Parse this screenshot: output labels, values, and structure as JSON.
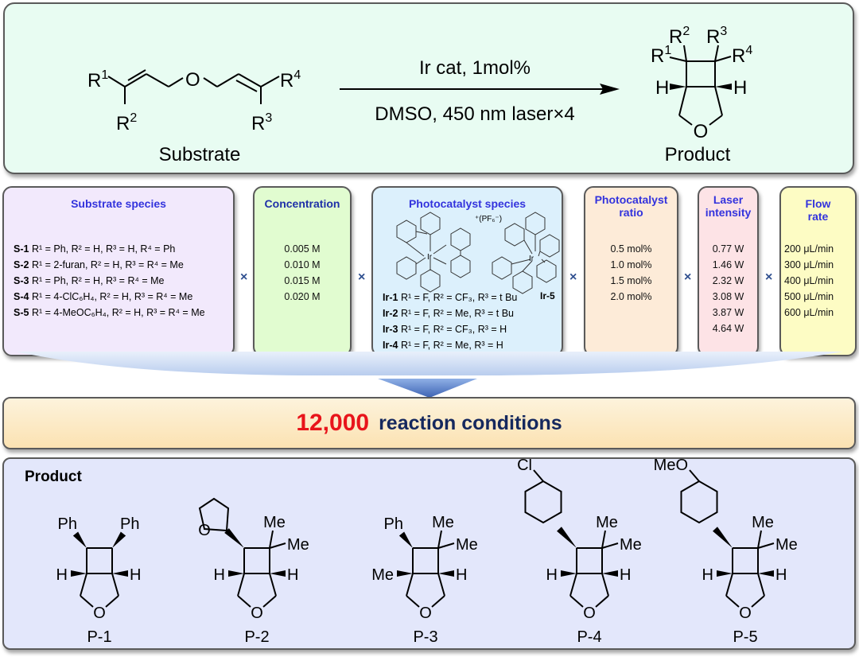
{
  "reaction": {
    "substrate_label": "Substrate",
    "product_label": "Product",
    "reagent_above": "Ir cat, 1mol%",
    "reagent_below": "DMSO, 450 nm laser×4",
    "r_groups": {
      "r1": "R",
      "r1_sup": "1",
      "r2": "R",
      "r2_sup": "2",
      "r3": "R",
      "r3_sup": "3",
      "r4": "R",
      "r4_sup": "4"
    },
    "atoms": {
      "oxygen": "O",
      "hydrogen": "H"
    }
  },
  "parameters": {
    "multiplier": "×",
    "substrate": {
      "title": "Substrate species",
      "items": [
        {
          "id": "S-1",
          "desc": "R¹ = Ph, R² = H, R³ = H, R⁴ = Ph"
        },
        {
          "id": "S-2",
          "desc": "R¹ = 2-furan, R² = H, R³ = R⁴ = Me"
        },
        {
          "id": "S-3",
          "desc": "R¹ = Ph, R² = H, R³ = R⁴ = Me"
        },
        {
          "id": "S-4",
          "desc": "R¹ = 4-ClC₆H₄, R² = H, R³ = R⁴ = Me"
        },
        {
          "id": "S-5",
          "desc": "R¹ = 4-MeOC₆H₄, R² = H, R³ = R⁴ = Me"
        }
      ]
    },
    "concentration": {
      "title": "Concentration",
      "items": [
        "0.005 M",
        "0.010 M",
        "0.015 M",
        "0.020 M"
      ]
    },
    "photocatalyst": {
      "title": "Photocatalyst species",
      "counterion": "⁺(PF₆⁻)",
      "ir5_label": "Ir-5",
      "metal": "Ir",
      "items": [
        {
          "id": "Ir-1",
          "desc": "R¹ = F, R² = CF₃, R³ = t Bu"
        },
        {
          "id": "Ir-2",
          "desc": "R¹ = F, R² = Me, R³ = t Bu"
        },
        {
          "id": "Ir-3",
          "desc": "R¹ = F, R² = CF₃, R³ = H"
        },
        {
          "id": "Ir-4",
          "desc": "R¹ = F, R² = Me, R³ = H"
        }
      ]
    },
    "ratio": {
      "title_line1": "Photocatalyst",
      "title_line2": "ratio",
      "items": [
        "0.5 mol%",
        "1.0 mol%",
        "1.5 mol%",
        "2.0 mol%"
      ]
    },
    "laser": {
      "title_line1": "Laser",
      "title_line2": "intensity",
      "items": [
        "0.77 W",
        "1.46 W",
        "2.32 W",
        "3.08 W",
        "3.87 W",
        "4.64 W"
      ]
    },
    "flow": {
      "title_line1": "Flow",
      "title_line2": "rate",
      "items": [
        "200 μL/min",
        "300 μL/min",
        "400 μL/min",
        "500 μL/min",
        "600 μL/min"
      ]
    }
  },
  "summary": {
    "count": "12,000",
    "text": "reaction conditions",
    "count_color": "#e8141b",
    "text_color": "#15285e"
  },
  "products": {
    "title": "Product",
    "items": [
      {
        "id": "P-1",
        "sub_left": "Ph",
        "sub_right": "Ph",
        "left_h": "H",
        "right_h": "H"
      },
      {
        "id": "P-2",
        "sub_top_right": "Me",
        "sub_right": "Me",
        "left_h": "H",
        "right_h": "H",
        "hetero": "O"
      },
      {
        "id": "P-3",
        "sub_left": "Ph",
        "sub_top_right": "Me",
        "sub_right": "Me",
        "left_h": "Me",
        "right_h": "H"
      },
      {
        "id": "P-4",
        "para": "Cl",
        "sub_top_right": "Me",
        "sub_right": "Me",
        "left_h": "H",
        "right_h": "H"
      },
      {
        "id": "P-5",
        "para": "MeO",
        "sub_top_right": "Me",
        "sub_right": "Me",
        "left_h": "H",
        "right_h": "H"
      }
    ]
  }
}
